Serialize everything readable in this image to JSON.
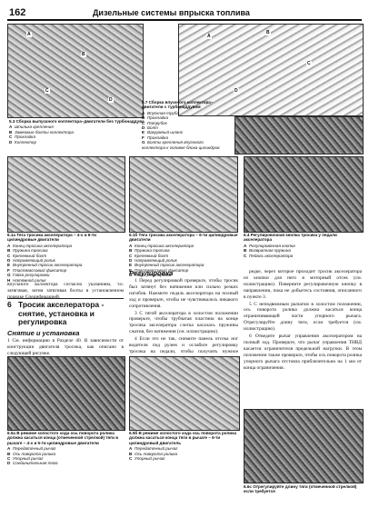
{
  "header": {
    "page_number": "162",
    "title": "Дизельные системы впрыска топлива"
  },
  "fig_5_3": {
    "title": "5.3 Сборка выпускного коллектора–двигатели без турбонаддува",
    "items": [
      {
        "k": "A",
        "v": "Шпилька крепления"
      },
      {
        "k": "B",
        "v": "Замковые болты коллектора"
      },
      {
        "k": "C",
        "v": "Прокладка"
      },
      {
        "k": "D",
        "v": "Коллектор"
      }
    ]
  },
  "fig_5_7": {
    "title": "5.7 Сборка впускного коллектора–двигатели с турбонаддувом",
    "items": [
      {
        "k": "A",
        "v": "Впускная труба"
      },
      {
        "k": "B",
        "v": "Прокладка"
      },
      {
        "k": "C",
        "v": "Патрубок"
      },
      {
        "k": "D",
        "v": "Болт"
      },
      {
        "k": "E",
        "v": "Вакуумный шланг"
      },
      {
        "k": "F",
        "v": "Прокладка"
      },
      {
        "k": "G",
        "v": "Болты крепления впускного коллектора к головке блока цилиндров"
      }
    ]
  },
  "fig_6_1a": {
    "title": "6.1а Тяга тросика акселератора – 4-х и 6-ти цилиндровые двигатели",
    "items": [
      {
        "k": "A",
        "v": "Конец тросика акселератора"
      },
      {
        "k": "B",
        "v": "Пружина тросика"
      },
      {
        "k": "C",
        "v": "Крепежный болт"
      },
      {
        "k": "D",
        "v": "Направляющий ролик"
      },
      {
        "k": "E",
        "v": "Внутренний тросик акселератора"
      },
      {
        "k": "F",
        "v": "Пластмассовый фиксатор"
      },
      {
        "k": "G",
        "v": "Гайка регулировки"
      },
      {
        "k": "H",
        "v": "Натяжной ролик"
      }
    ]
  },
  "fig_6_1b": {
    "title": "6.1б Тяга тросика акселератора – 6-ти цилиндровые двигатели",
    "items": [
      {
        "k": "A",
        "v": "Конец тросика акселератора"
      },
      {
        "k": "B",
        "v": "Пружина тросика"
      },
      {
        "k": "C",
        "v": "Крепежный болт"
      },
      {
        "k": "D",
        "v": "Направляющий ролик"
      },
      {
        "k": "E",
        "v": "Внутренний тросик акселератора"
      },
      {
        "k": "F",
        "v": "Пластмассовый фиксатор"
      },
      {
        "k": "G",
        "v": "Гайка регулировки"
      }
    ]
  },
  "fig_6_4": {
    "title": "6.4 Регулировочная кнопка тросика у педали акселератора",
    "items": [
      {
        "k": "A",
        "v": "Регулировочная кнопка"
      },
      {
        "k": "B",
        "v": "Возвратная пружина"
      },
      {
        "k": "C",
        "v": "Педаль акселератора"
      }
    ]
  },
  "left_text": {
    "carry": "впускного коллектора согласно указаниям, т.е. затягивая, затем затягивая болты в установленном порядке Спецификацией.",
    "section_number": "6",
    "section_title": "Тросик акселератора - снятие, установка и регулировка",
    "sub": "Снятие и установка",
    "p1": "1 См. информацию в Разделе 40. В зависимости от конструкции двигателя тросика, как описано в следующей рисунке."
  },
  "mid_text": {
    "heading": "Регулировка",
    "p1": "1 Перед регулировкой проверьте, чтобы тросик был затянут без натяжения или сильно резких изгибов. Нажмите педаль акселератора на полный ход и проверьте, чтобы не чувствовалось никакого сопротивления.",
    "p2": "3 С тягой акселератора в холостом положении проверьте, чтобы трубчатая пластина на конце тросика акселератора слегка касалась пружины сжатия, без натяжения (см. иллюстрацию).",
    "p3": "4 Если это не так, снимите панель отсека ног водителя под рулем и ослабьте регулировку тросика на педали, чтобы получить нужное положение, но не сжимая пружину."
  },
  "right_text": {
    "p1": "редке, через которое проходит тросик акселератора из кнопки для него в моторный отсек (см. иллюстрацию). Поверните регулировочную кнопку в направлении, пока не добьетесь состояния, описанного в пункте 3.",
    "p2": "5 С неподвижным рычагом в холостом положении, ось поворота ролика должна касаться конца ограничивающей части упорного рычага. Отрегулируйте длину тяги, если требуется (см. иллюстрацию).",
    "p3": "6 Отведите рычаг управления акселератором на полный ход. Проверьте, что рычаг управления ТНВД касается ограничителя предельной нагрузки. В этом положении также проверьте, чтобы ось поворота ролика упорного рычага отстояла приблизительно на 1 мм от конца ограничения."
  },
  "fig_6_5a": {
    "title": "6.5а В режиме холостого хода ось поворота ролика должна касаться конца (отмеченной стрелкой) тяги в рычаге – 4-х и 5-ти цилиндровые двигатели",
    "items": [
      {
        "k": "A",
        "v": "Передаточный рычаг"
      },
      {
        "k": "B",
        "v": "Ось поворота ролика"
      },
      {
        "k": "C",
        "v": "Упорный рычаг"
      },
      {
        "k": "D",
        "v": "Соединительная тяга"
      }
    ]
  },
  "fig_6_5b": {
    "title": "6.5б В режиме холостого хода ось поворота ролика должна касаться конца тяги в рычаге – 6-ти цилиндровый двигатель",
    "items": [
      {
        "k": "A",
        "v": "Передаточный рычаг"
      },
      {
        "k": "B",
        "v": "Ось поворота ролика"
      },
      {
        "k": "C",
        "v": "Упорный рычаг"
      }
    ]
  },
  "fig_6_6": {
    "title": "6.6с Отрегулируйте длину тяги (отмеченной стрелкой) если требуется"
  }
}
